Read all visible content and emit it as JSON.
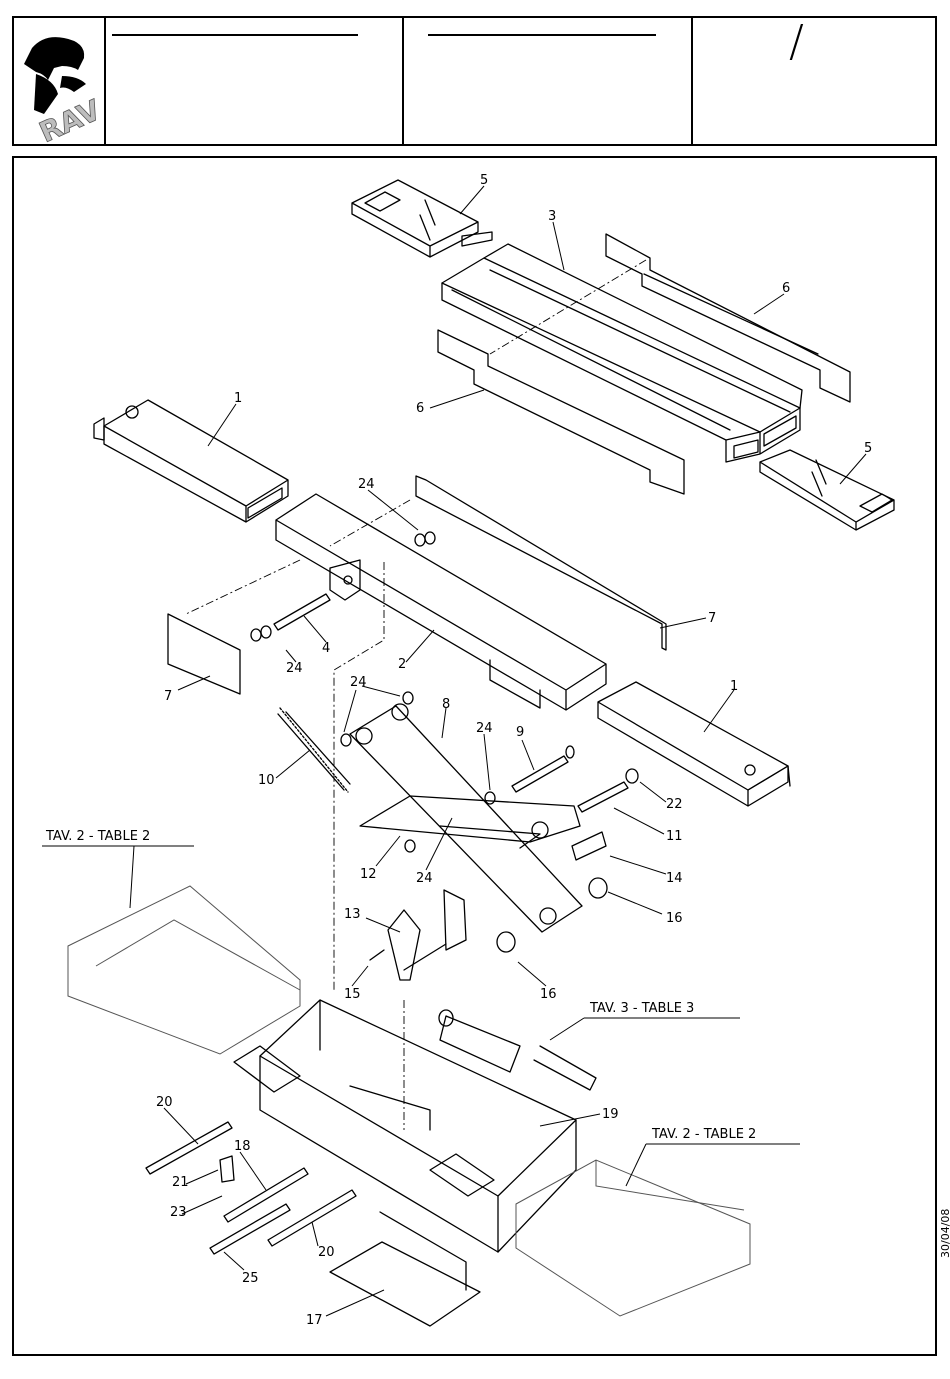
{
  "header": {
    "logo_text": "RAV",
    "revision_mark": "/"
  },
  "date": "30/04/08",
  "diagram": {
    "table_refs": {
      "tav2_left": "TAV. 2 - TABLE 2",
      "tav3": "TAV. 3 - TABLE 3",
      "tav2_right": "TAV. 2 - TABLE 2"
    },
    "part_labels": [
      "5",
      "3",
      "6",
      "1",
      "6",
      "5",
      "24",
      "7",
      "4",
      "24",
      "2",
      "7",
      "24",
      "8",
      "24",
      "9",
      "1",
      "10",
      "22",
      "11",
      "12",
      "24",
      "14",
      "13",
      "16",
      "15",
      "16",
      "19",
      "20",
      "18",
      "21",
      "23",
      "20",
      "25",
      "17"
    ]
  }
}
